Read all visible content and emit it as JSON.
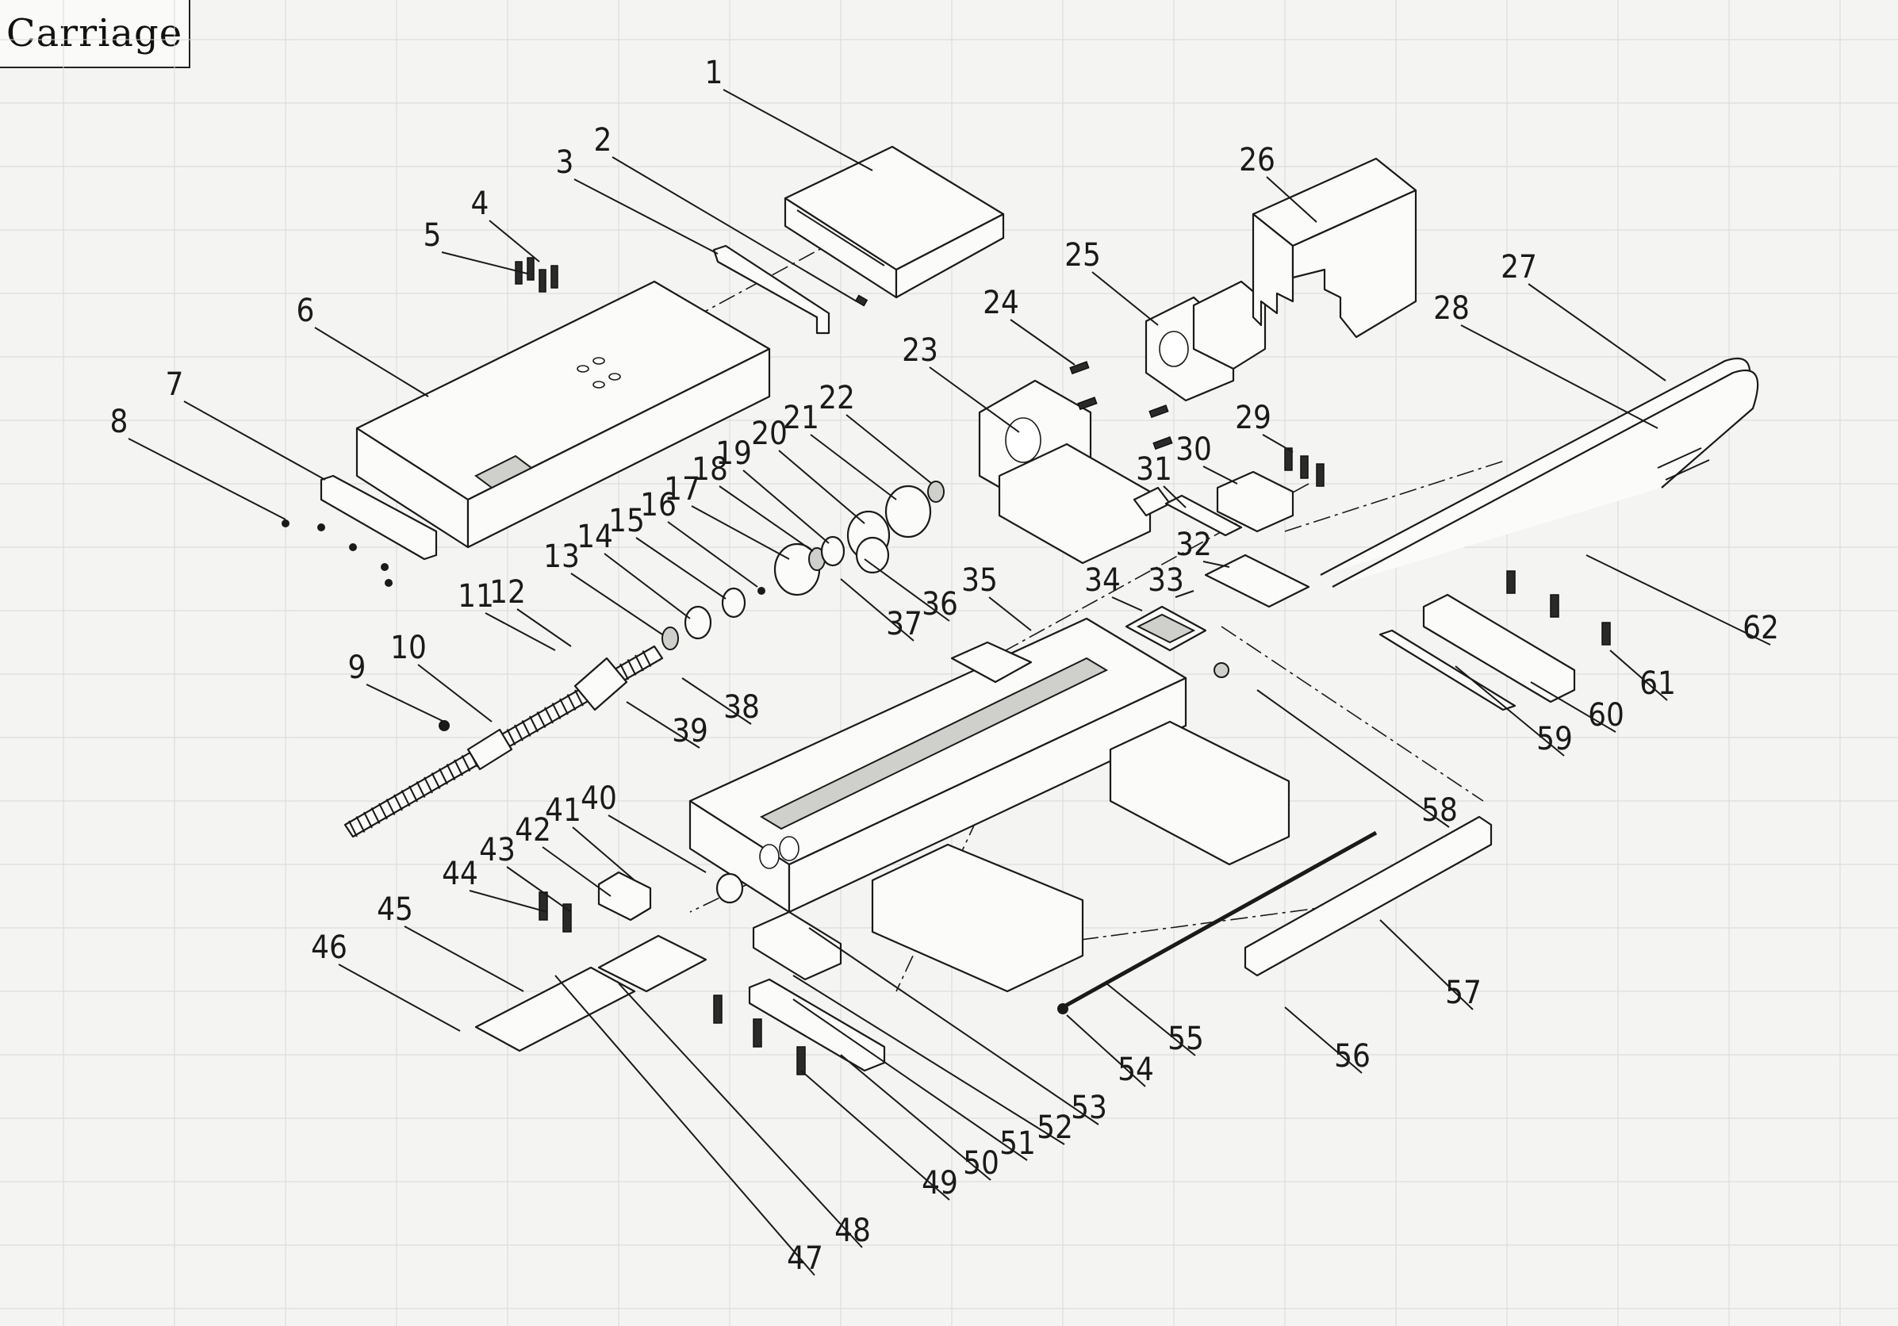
{
  "title": "Carriage",
  "part_labels": [
    "1",
    "2",
    "3",
    "4",
    "5",
    "6",
    "7",
    "8",
    "9",
    "10",
    "11",
    "12",
    "13",
    "14",
    "15",
    "16",
    "17",
    "18",
    "19",
    "20",
    "21",
    "22",
    "23",
    "24",
    "25",
    "26",
    "27",
    "28",
    "29",
    "30",
    "31",
    "32",
    "33",
    "34",
    "35",
    "36",
    "37",
    "38",
    "39",
    "40",
    "41",
    "42",
    "43",
    "44",
    "45",
    "46",
    "47",
    "48",
    "49",
    "50",
    "51",
    "52",
    "53",
    "54",
    "55",
    "56",
    "57",
    "58",
    "59",
    "60",
    "61",
    "62"
  ]
}
